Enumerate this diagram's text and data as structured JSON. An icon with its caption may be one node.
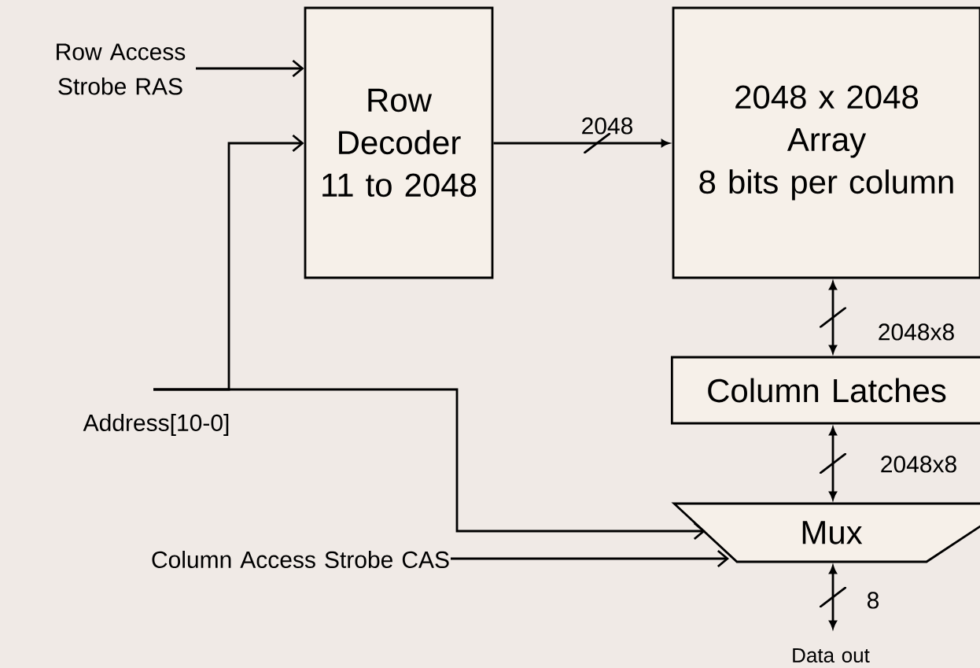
{
  "diagram": {
    "nodes": [
      {
        "text": [
          "Row Access Strobe RAS"
        ]
      },
      {
        "text": [
          "Row Decoder 11 to 2048"
        ]
      },
      {
        "text": [
          "2048 x 2048",
          "Array",
          "8 bits per column"
        ]
      },
      {
        "text": [
          "Column Latches"
        ]
      },
      {
        "text": [
          "Mux"
        ]
      },
      {
        "text": [
          "Address[10-0]"
        ]
      },
      {
        "text": [
          "Column Access Strobe CAS"
        ]
      },
      {
        "text": [
          "Data out"
        ]
      }
    ],
    "edges": [
      {
        "from": 0,
        "to": 1,
        "arrow": "to"
      },
      {
        "from": 5,
        "to": 1,
        "arrow": "to"
      },
      {
        "from": 5,
        "to": 4,
        "arrow": "to"
      },
      {
        "from": 6,
        "to": 4,
        "arrow": "to"
      },
      {
        "from": 1,
        "to": 2,
        "arrow": "to",
        "label": "2048"
      },
      {
        "from": 2,
        "to": 3,
        "arrow": "both",
        "label": "2048x8"
      },
      {
        "from": 3,
        "to": 4,
        "arrow": "both",
        "label": "2048x8"
      },
      {
        "from": 4,
        "to": 7,
        "arrow": "both",
        "label": "8"
      }
    ]
  }
}
